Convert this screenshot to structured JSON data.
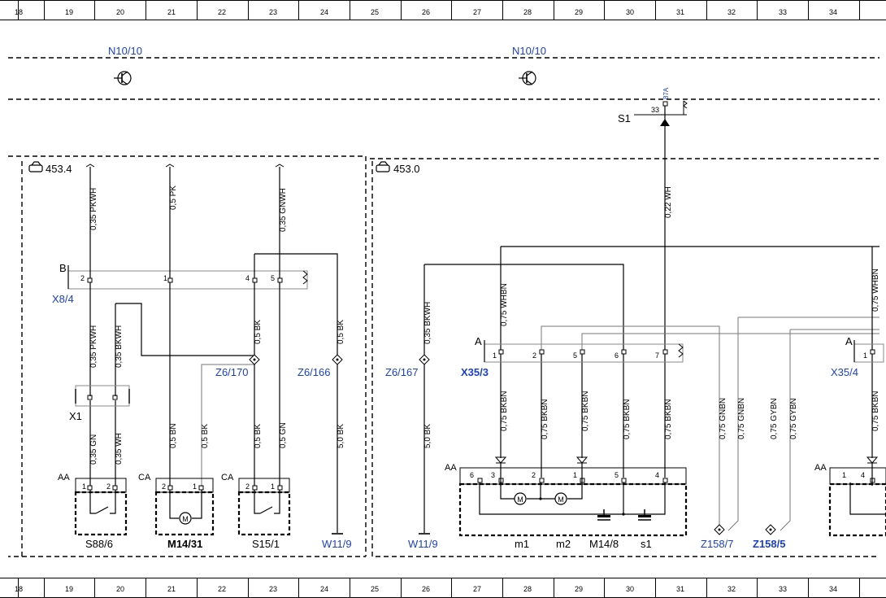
{
  "grid": {
    "columns": [
      "18",
      "19",
      "20",
      "21",
      "22",
      "23",
      "24",
      "25",
      "26",
      "27",
      "28",
      "29",
      "30",
      "31",
      "32",
      "33",
      "34"
    ]
  },
  "header": {
    "module_left": "N10/10",
    "module_right": "N10/10",
    "relay_pin": "87A",
    "relay_terminal": "33",
    "relay_name": "S1"
  },
  "sections": {
    "left_code": "453.4",
    "right_code": "453.0"
  },
  "connectors": {
    "x8_4": {
      "label": "X8/4",
      "letter": "B",
      "pins": [
        "2",
        "1",
        "4",
        "5"
      ]
    },
    "x35_3": {
      "label": "X35/3",
      "letter": "A",
      "pins": [
        "1",
        "2",
        "5",
        "6",
        "7"
      ]
    },
    "x35_4": {
      "label": "X35/4",
      "letter": "A",
      "pins": [
        "1"
      ]
    },
    "x1": {
      "label": "X1"
    }
  },
  "splices": {
    "z6_170": "Z6/170",
    "z6_166": "Z6/166",
    "z6_167": "Z6/167",
    "z158_7": "Z158/7",
    "z158_5": "Z158/5"
  },
  "grounds": {
    "w11_9_left": "W11/9",
    "w11_9_right": "W11/9"
  },
  "wires": {
    "w1": "0,35 PKWH",
    "w2": "0,5 PK",
    "w3": "0,35 GNWH",
    "w4": "0,35 PKWH",
    "w5": "0,35 BKWH",
    "w6": "0,5 BK",
    "w7": "0,5 BK",
    "w8": "0,35 GN",
    "w9": "0,35 WH",
    "w10": "0,5 BN",
    "w11": "0,5 BK",
    "w12": "0,5 BK",
    "w13": "0,5 GN",
    "w14": "5,0 BK",
    "w15": "0,22 WH",
    "w16": "0,75 WHBN",
    "w17": "0,35 BKWH",
    "w18": "5,0 BK",
    "w19": "0,75 BKBN",
    "w20": "0,75 BKBN",
    "w21": "0,75 BKBN",
    "w22": "0,75 BKBN",
    "w23": "0,75 BKBN",
    "w24": "0,75 GNBN",
    "w25": "0,75 GNBN",
    "w26": "0,75 GYBN",
    "w27": "0,75 GYBN",
    "w28": "0,75 WHBN",
    "w29": "0,75 BKBN"
  },
  "components": {
    "s88_6": {
      "name": "S88/6",
      "code": "AA",
      "pins": [
        "1",
        "2"
      ]
    },
    "m14_31": {
      "name": "M14/31",
      "code": "CA",
      "pins": [
        "2",
        "1"
      ]
    },
    "s15_1": {
      "name": "S15/1",
      "code": "CA",
      "pins": [
        "2",
        "1"
      ]
    },
    "m14_8": {
      "name": "M14/8",
      "code": "AA",
      "pins": [
        "6",
        "3",
        "2",
        "1",
        "5",
        "4"
      ],
      "sub_m1": "m1",
      "sub_m2": "m2",
      "sub_s1": "s1"
    },
    "right_partial": {
      "code": "AA",
      "pins": [
        "1",
        "4"
      ]
    }
  },
  "symbols": {
    "motor": "M"
  }
}
